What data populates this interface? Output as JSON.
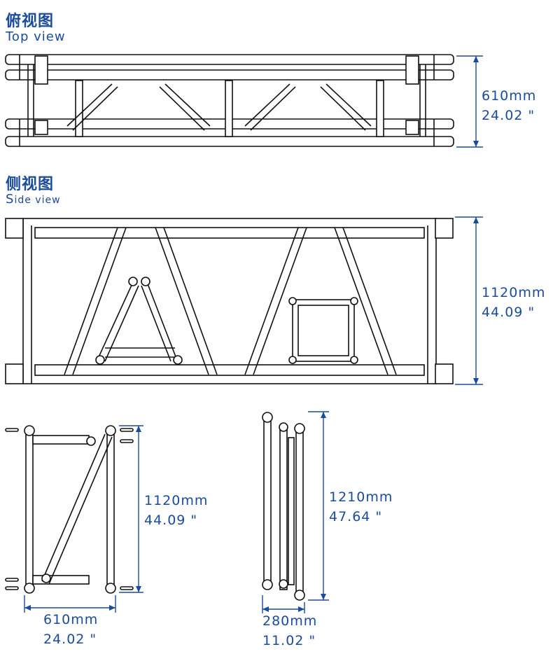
{
  "top_view": {
    "title_cn": "俯视图",
    "title_en": "Top view"
  },
  "side_view": {
    "title_cn": "侧视图",
    "title_en_initial": "S",
    "title_en_rest": "ide view"
  },
  "dimensions": {
    "top_width": {
      "mm": "610mm",
      "inch": "24.02 \""
    },
    "side_height": {
      "mm": "1120mm",
      "inch": "44.09 \""
    },
    "end_height": {
      "mm": "1120mm",
      "inch": "44.09 \""
    },
    "end_width": {
      "mm": "610mm",
      "inch": "24.02 \""
    },
    "folded_height": {
      "mm": "1210mm",
      "inch": "47.64 \""
    },
    "folded_width": {
      "mm": "280mm",
      "inch": "11.02 \""
    }
  },
  "colors": {
    "accent": "#1b4b9b",
    "line": "#111111"
  }
}
